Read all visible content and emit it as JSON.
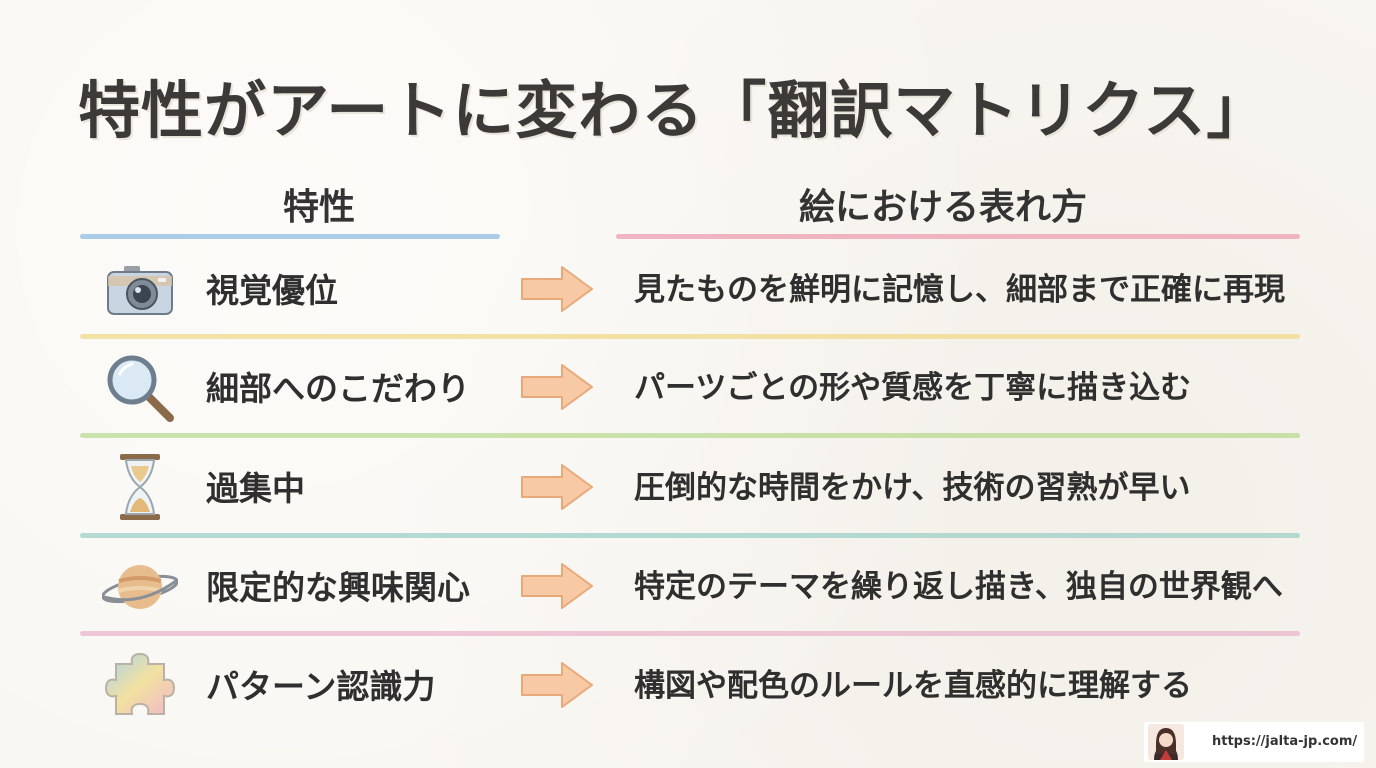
{
  "title": "特性がアートに変わる「翻訳マトリクス」",
  "columns": {
    "left": "特性",
    "right": "絵における表れ方"
  },
  "rows": [
    {
      "icon": "camera-icon",
      "trait": "視覚優位",
      "effect": "見たものを鮮明に記憶し、細部まで正確に再現"
    },
    {
      "icon": "magnifier-icon",
      "trait": "細部へのこだわり",
      "effect": "パーツごとの形や質感を丁寧に描き込む"
    },
    {
      "icon": "hourglass-icon",
      "trait": "過集中",
      "effect": "圧倒的な時間をかけ、技術の習熟が早い"
    },
    {
      "icon": "planet-icon",
      "trait": "限定的な興味関心",
      "effect": "特定のテーマを繰り返し描き、独自の世界観へ"
    },
    {
      "icon": "puzzle-icon",
      "trait": "パターン認識力",
      "effect": "構図や配色のルールを直感的に理解する"
    }
  ],
  "colors": {
    "left_header_line": "#9cc3e4",
    "right_header_line": "#eea8b8",
    "dividers": [
      "#f0d98a",
      "#b9d991",
      "#9ccfc7",
      "#e9b5cc"
    ],
    "arrow": "#f6c29a"
  },
  "footer": {
    "url": "https://jalta-jp.com/"
  }
}
